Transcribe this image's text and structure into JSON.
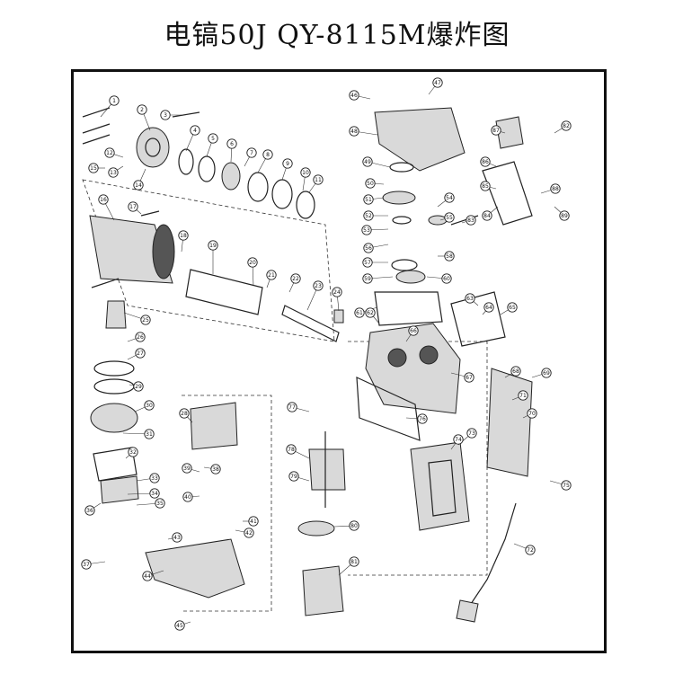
{
  "title": "电镐50J   QY-8115M爆炸图",
  "parts": [
    {
      "n": "1"
    },
    {
      "n": "2"
    },
    {
      "n": "3"
    },
    {
      "n": "4"
    },
    {
      "n": "5"
    },
    {
      "n": "6"
    },
    {
      "n": "7"
    },
    {
      "n": "8"
    },
    {
      "n": "9"
    },
    {
      "n": "10"
    },
    {
      "n": "11"
    },
    {
      "n": "12"
    },
    {
      "n": "13"
    },
    {
      "n": "14"
    },
    {
      "n": "15"
    },
    {
      "n": "16"
    },
    {
      "n": "17"
    },
    {
      "n": "18"
    },
    {
      "n": "19"
    },
    {
      "n": "20"
    },
    {
      "n": "21"
    },
    {
      "n": "22"
    },
    {
      "n": "23"
    },
    {
      "n": "24"
    },
    {
      "n": "25"
    },
    {
      "n": "26"
    },
    {
      "n": "27"
    },
    {
      "n": "28"
    },
    {
      "n": "29"
    },
    {
      "n": "30"
    },
    {
      "n": "31"
    },
    {
      "n": "32"
    },
    {
      "n": "33"
    },
    {
      "n": "34"
    },
    {
      "n": "35"
    },
    {
      "n": "36"
    },
    {
      "n": "37"
    },
    {
      "n": "38"
    },
    {
      "n": "39"
    },
    {
      "n": "40"
    },
    {
      "n": "41"
    },
    {
      "n": "42"
    },
    {
      "n": "43"
    },
    {
      "n": "44"
    },
    {
      "n": "45"
    },
    {
      "n": "46"
    },
    {
      "n": "47"
    },
    {
      "n": "48"
    },
    {
      "n": "49"
    },
    {
      "n": "50"
    },
    {
      "n": "51"
    },
    {
      "n": "52"
    },
    {
      "n": "53"
    },
    {
      "n": "54"
    },
    {
      "n": "55"
    },
    {
      "n": "56"
    },
    {
      "n": "57"
    },
    {
      "n": "58"
    },
    {
      "n": "59"
    },
    {
      "n": "60"
    },
    {
      "n": "61"
    },
    {
      "n": "62"
    },
    {
      "n": "63"
    },
    {
      "n": "64"
    },
    {
      "n": "65"
    },
    {
      "n": "66"
    },
    {
      "n": "67"
    },
    {
      "n": "68"
    },
    {
      "n": "69"
    },
    {
      "n": "70"
    },
    {
      "n": "71"
    },
    {
      "n": "72"
    },
    {
      "n": "73"
    },
    {
      "n": "74"
    },
    {
      "n": "75"
    },
    {
      "n": "76"
    },
    {
      "n": "77"
    },
    {
      "n": "78"
    },
    {
      "n": "79"
    },
    {
      "n": "80"
    },
    {
      "n": "81"
    },
    {
      "n": "82"
    },
    {
      "n": "83"
    },
    {
      "n": "84"
    },
    {
      "n": "85"
    },
    {
      "n": "86"
    },
    {
      "n": "87"
    },
    {
      "n": "88"
    },
    {
      "n": "89"
    }
  ]
}
